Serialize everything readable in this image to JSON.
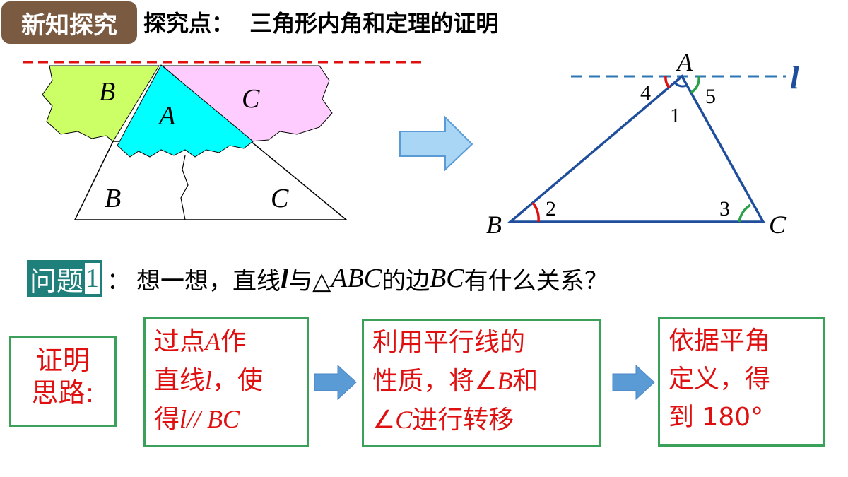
{
  "header": {
    "badge": "新知探究",
    "title": "探究点：  三角形内角和定理的证明"
  },
  "left_figure": {
    "top_labels": {
      "b": "B",
      "a": "A",
      "c": "C"
    },
    "bottom_labels": {
      "b": "B",
      "c": "C"
    }
  },
  "right_figure": {
    "vertices": {
      "a": "A",
      "b": "B",
      "c": "C"
    },
    "line_label": "l",
    "angles": {
      "a1": "1",
      "a2": "2",
      "a3": "3",
      "a4": "4",
      "a5": "5"
    }
  },
  "question": {
    "badge_text": "问题",
    "badge_num": "1",
    "sep": "：",
    "text_1": "想一想，直线 ",
    "line_var": "l",
    "text_2": " 与△",
    "triangle_var": "ABC",
    "text_3": " 的边 ",
    "side_var": "BC",
    "text_4": " 有什么关系？"
  },
  "proof": {
    "label_line1": "证明",
    "label_line2": "思路:",
    "step1": {
      "line1a": "过点",
      "line1v": "A",
      "line1b": "作",
      "line2a": "直线",
      "line2v": "l",
      "line2b": "，使",
      "line3a": "得",
      "line3v": "l",
      "line3b": "// ",
      "line3c": "BC"
    },
    "step2": {
      "line1": "利用平行线的",
      "line2a": "性质，将∠",
      "line2v": "B",
      "line2b": "和",
      "line3a": "∠",
      "line3v": "C",
      "line3b": "进行转移"
    },
    "step3": {
      "line1": "依据平角",
      "line2": "定义，得",
      "line3": "到 180°"
    }
  },
  "colors": {
    "badge_bg": "#7b5a42",
    "question_badge_bg": "#1f7f7a",
    "box_border": "#3aa05a",
    "step_text": "#e01010",
    "triangle_stroke": "#1f4e9c",
    "dashed_line_left": "#e01010",
    "dashed_line_right": "#2e75b6",
    "arrow_fill": "#5b9bd5",
    "piece_b": "#ccff66",
    "piece_a": "#00ffff",
    "piece_c": "#ffccff"
  }
}
